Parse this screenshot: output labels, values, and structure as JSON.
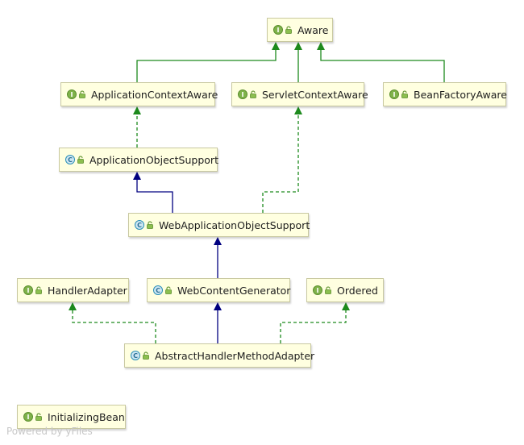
{
  "colors": {
    "implements": "#1d8a1d",
    "extends": "#000080",
    "node_fill": "#ffffe0",
    "node_border": "#c8c8a0"
  },
  "icons": {
    "interface": "interface-icon",
    "class": "class-icon",
    "visibility": "lock-icon"
  },
  "badge_letters": {
    "interface": "I",
    "class": "C"
  },
  "nodes": [
    {
      "id": "aware",
      "label": "Aware",
      "kind": "interface"
    },
    {
      "id": "application-context-aware",
      "label": "ApplicationContextAware",
      "kind": "interface"
    },
    {
      "id": "servlet-context-aware",
      "label": "ServletContextAware",
      "kind": "interface"
    },
    {
      "id": "bean-factory-aware",
      "label": "BeanFactoryAware",
      "kind": "interface"
    },
    {
      "id": "application-object-support",
      "label": "ApplicationObjectSupport",
      "kind": "class"
    },
    {
      "id": "web-application-object-support",
      "label": "WebApplicationObjectSupport",
      "kind": "class"
    },
    {
      "id": "handler-adapter",
      "label": "HandlerAdapter",
      "kind": "interface"
    },
    {
      "id": "web-content-generator",
      "label": "WebContentGenerator",
      "kind": "class"
    },
    {
      "id": "ordered",
      "label": "Ordered",
      "kind": "interface"
    },
    {
      "id": "abstract-handler-method-adapter",
      "label": "AbstractHandlerMethodAdapter",
      "kind": "class"
    },
    {
      "id": "initializing-bean",
      "label": "InitializingBean",
      "kind": "interface"
    }
  ],
  "edges": [
    {
      "from": "application-context-aware",
      "to": "aware",
      "type": "extends-interface"
    },
    {
      "from": "servlet-context-aware",
      "to": "aware",
      "type": "extends-interface"
    },
    {
      "from": "bean-factory-aware",
      "to": "aware",
      "type": "extends-interface"
    },
    {
      "from": "application-object-support",
      "to": "application-context-aware",
      "type": "implements"
    },
    {
      "from": "web-application-object-support",
      "to": "application-object-support",
      "type": "extends"
    },
    {
      "from": "web-application-object-support",
      "to": "servlet-context-aware",
      "type": "implements"
    },
    {
      "from": "web-content-generator",
      "to": "web-application-object-support",
      "type": "extends"
    },
    {
      "from": "abstract-handler-method-adapter",
      "to": "handler-adapter",
      "type": "implements"
    },
    {
      "from": "abstract-handler-method-adapter",
      "to": "web-content-generator",
      "type": "extends"
    },
    {
      "from": "abstract-handler-method-adapter",
      "to": "ordered",
      "type": "implements"
    }
  ],
  "watermark": "Powered by yFiles"
}
